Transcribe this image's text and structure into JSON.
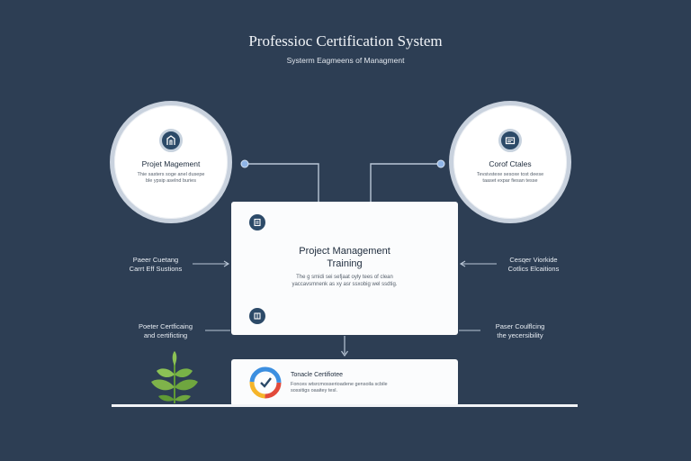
{
  "header": {
    "title": "Professioc Certification System",
    "subtitle": "Systerm Eagmeens of Managment"
  },
  "left_circle": {
    "title": "Projet Magement",
    "description": "Thie sasters soge anel dusepe ble ypsip aselnd buries"
  },
  "right_circle": {
    "title": "Corof Ctales",
    "description": "Tevsivstexe sesoxe tost deese taaset expar fiesan tesse"
  },
  "main_card": {
    "title_line1": "Project Management",
    "title_line2": "Training",
    "description": "The g smidi sei sefjaat oyly tees of clean yaccavsmnenk as xy asr ssxobig wel ssdtig."
  },
  "bottom_card": {
    "title": "Tonacle Certifiotee",
    "description": "Fonces wtsrcmosserioadene gensoila scbile sossitigs oaaitey tesl."
  },
  "side_labels": {
    "left_top_line1": "Paeer Cuetang",
    "left_top_line2": "Carrt Eff Sustions",
    "left_bottom_line1": "Poeter Certficaing",
    "left_bottom_line2": "and certificting",
    "right_top_line1": "Cesqer Viorkide",
    "right_top_line2": "Cotlics Elcaitions",
    "right_bottom_line1": "Paser Coulflcing",
    "right_bottom_line2": "the yecersibility"
  },
  "colors": {
    "background": "#2d3e54",
    "card": "#fbfcfd",
    "connector": "#b9c6d6",
    "node": "#8fb4e6",
    "icon": "#2c4a68",
    "leaf": "#7fb34a"
  }
}
